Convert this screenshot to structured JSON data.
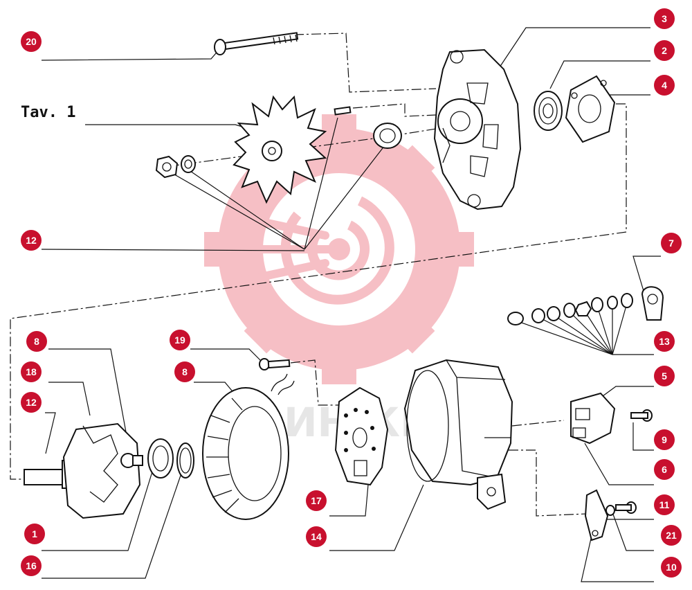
{
  "diagram": {
    "title": "Tav. 1",
    "callout_color": "#c8102e",
    "watermark_color": "#f6b9bf",
    "watermark_text": "ИНЖЕК",
    "callouts": [
      {
        "id": "c3",
        "label": "3"
      },
      {
        "id": "c20",
        "label": "20"
      },
      {
        "id": "c2",
        "label": "2"
      },
      {
        "id": "c4",
        "label": "4"
      },
      {
        "id": "c12a",
        "label": "12"
      },
      {
        "id": "c7",
        "label": "7"
      },
      {
        "id": "c13",
        "label": "13"
      },
      {
        "id": "c8a",
        "label": "8"
      },
      {
        "id": "c19",
        "label": "19"
      },
      {
        "id": "c18",
        "label": "18"
      },
      {
        "id": "c8b",
        "label": "8"
      },
      {
        "id": "c5",
        "label": "5"
      },
      {
        "id": "c12b",
        "label": "12"
      },
      {
        "id": "c9",
        "label": "9"
      },
      {
        "id": "c6",
        "label": "6"
      },
      {
        "id": "c17",
        "label": "17"
      },
      {
        "id": "c11",
        "label": "11"
      },
      {
        "id": "c1",
        "label": "1"
      },
      {
        "id": "c14",
        "label": "14"
      },
      {
        "id": "c21",
        "label": "21"
      },
      {
        "id": "c16",
        "label": "16"
      },
      {
        "id": "c10",
        "label": "10"
      }
    ]
  }
}
